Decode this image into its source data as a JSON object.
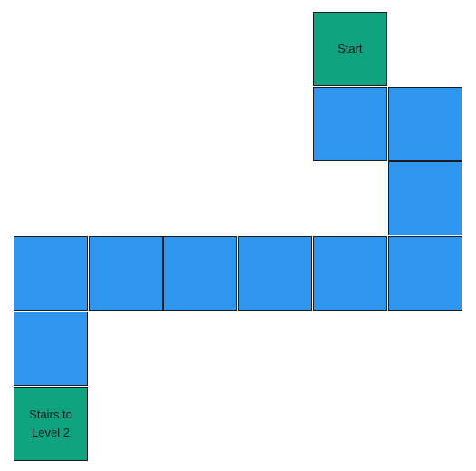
{
  "map": {
    "colors": {
      "path_tile": "#2e96ee",
      "special_tile": "#10a37f",
      "border": "#1b1b1b"
    },
    "start_label": "Start",
    "end_label": "Stairs to Level 2",
    "tiles": [
      {
        "col": 4,
        "row": 0,
        "type": "special",
        "label": "Start"
      },
      {
        "col": 4,
        "row": 1,
        "type": "path",
        "label": ""
      },
      {
        "col": 5,
        "row": 1,
        "type": "path",
        "label": ""
      },
      {
        "col": 5,
        "row": 2,
        "type": "path",
        "label": ""
      },
      {
        "col": 0,
        "row": 3,
        "type": "path",
        "label": ""
      },
      {
        "col": 1,
        "row": 3,
        "type": "path",
        "label": ""
      },
      {
        "col": 2,
        "row": 3,
        "type": "path",
        "label": ""
      },
      {
        "col": 3,
        "row": 3,
        "type": "path",
        "label": ""
      },
      {
        "col": 4,
        "row": 3,
        "type": "path",
        "label": ""
      },
      {
        "col": 5,
        "row": 3,
        "type": "path",
        "label": ""
      },
      {
        "col": 0,
        "row": 4,
        "type": "path",
        "label": ""
      },
      {
        "col": 0,
        "row": 5,
        "type": "special",
        "label": "Stairs to Level 2"
      }
    ]
  }
}
